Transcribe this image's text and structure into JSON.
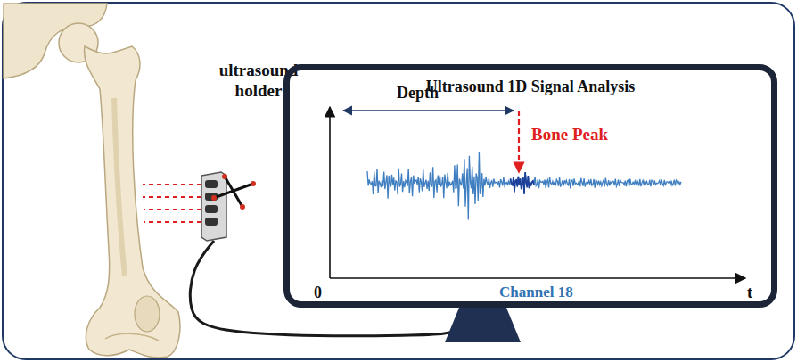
{
  "diagram": {
    "nodes": [
      {
        "text": [
          "ultrasound holder"
        ]
      },
      {
        "text": [
          "Ultrasound 1D Signal Analysis"
        ]
      }
    ],
    "edges": [
      {
        "from": 0,
        "to": 1,
        "arrow": "none"
      }
    ],
    "labels": [
      "Depth",
      "Bone Peak",
      "0",
      "t",
      "Channel 18"
    ]
  }
}
